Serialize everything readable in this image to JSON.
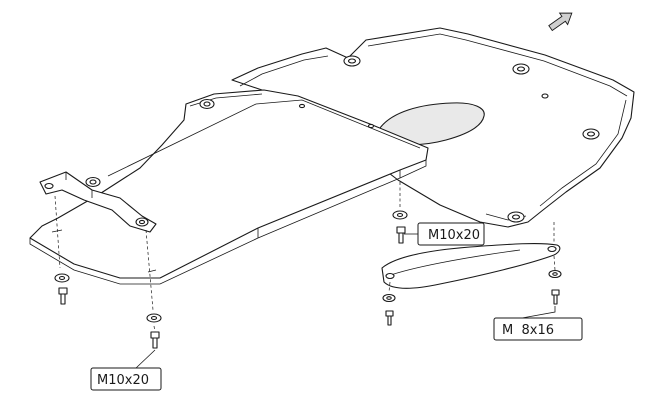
{
  "diagram": {
    "callouts": [
      {
        "id": "bolt-upper-middle",
        "label": "M10x20"
      },
      {
        "id": "bolt-right",
        "label": "M  8x16"
      },
      {
        "id": "bolt-bottom-left",
        "label": "M10x20"
      }
    ]
  },
  "colors": {
    "line": "#1a1a1a",
    "background": "#ffffff",
    "shade": "#e9e9e9"
  },
  "icons": [
    "direction-arrow-icon"
  ]
}
